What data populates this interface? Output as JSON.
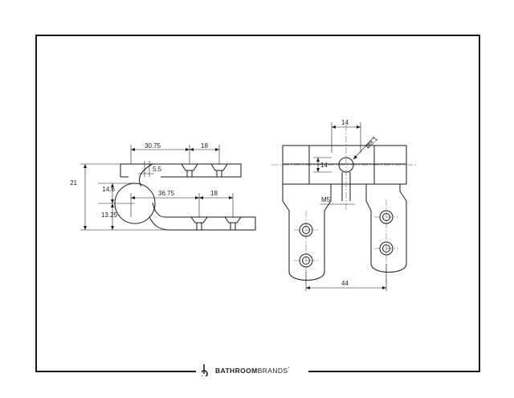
{
  "brand": {
    "name_bold": "BATHROOM",
    "name_regular": "BRANDS",
    "mark": "°",
    "logo_icon": "b-logo-icon"
  },
  "side_view": {
    "dims": {
      "top_a": "30.75",
      "top_b": "18",
      "small": "5.5",
      "mid_a": "36.75",
      "mid_b": "18",
      "height_total": "21",
      "height_upper": "14.6",
      "height_lower": "13.25"
    }
  },
  "front_view": {
    "dims": {
      "width_top": "14",
      "diameter": "Ø8.1",
      "height_block": "14",
      "thread": "M5",
      "width_bottom": "44"
    }
  },
  "colors": {
    "line": "#1a1a1a",
    "center_line": "#555555"
  }
}
